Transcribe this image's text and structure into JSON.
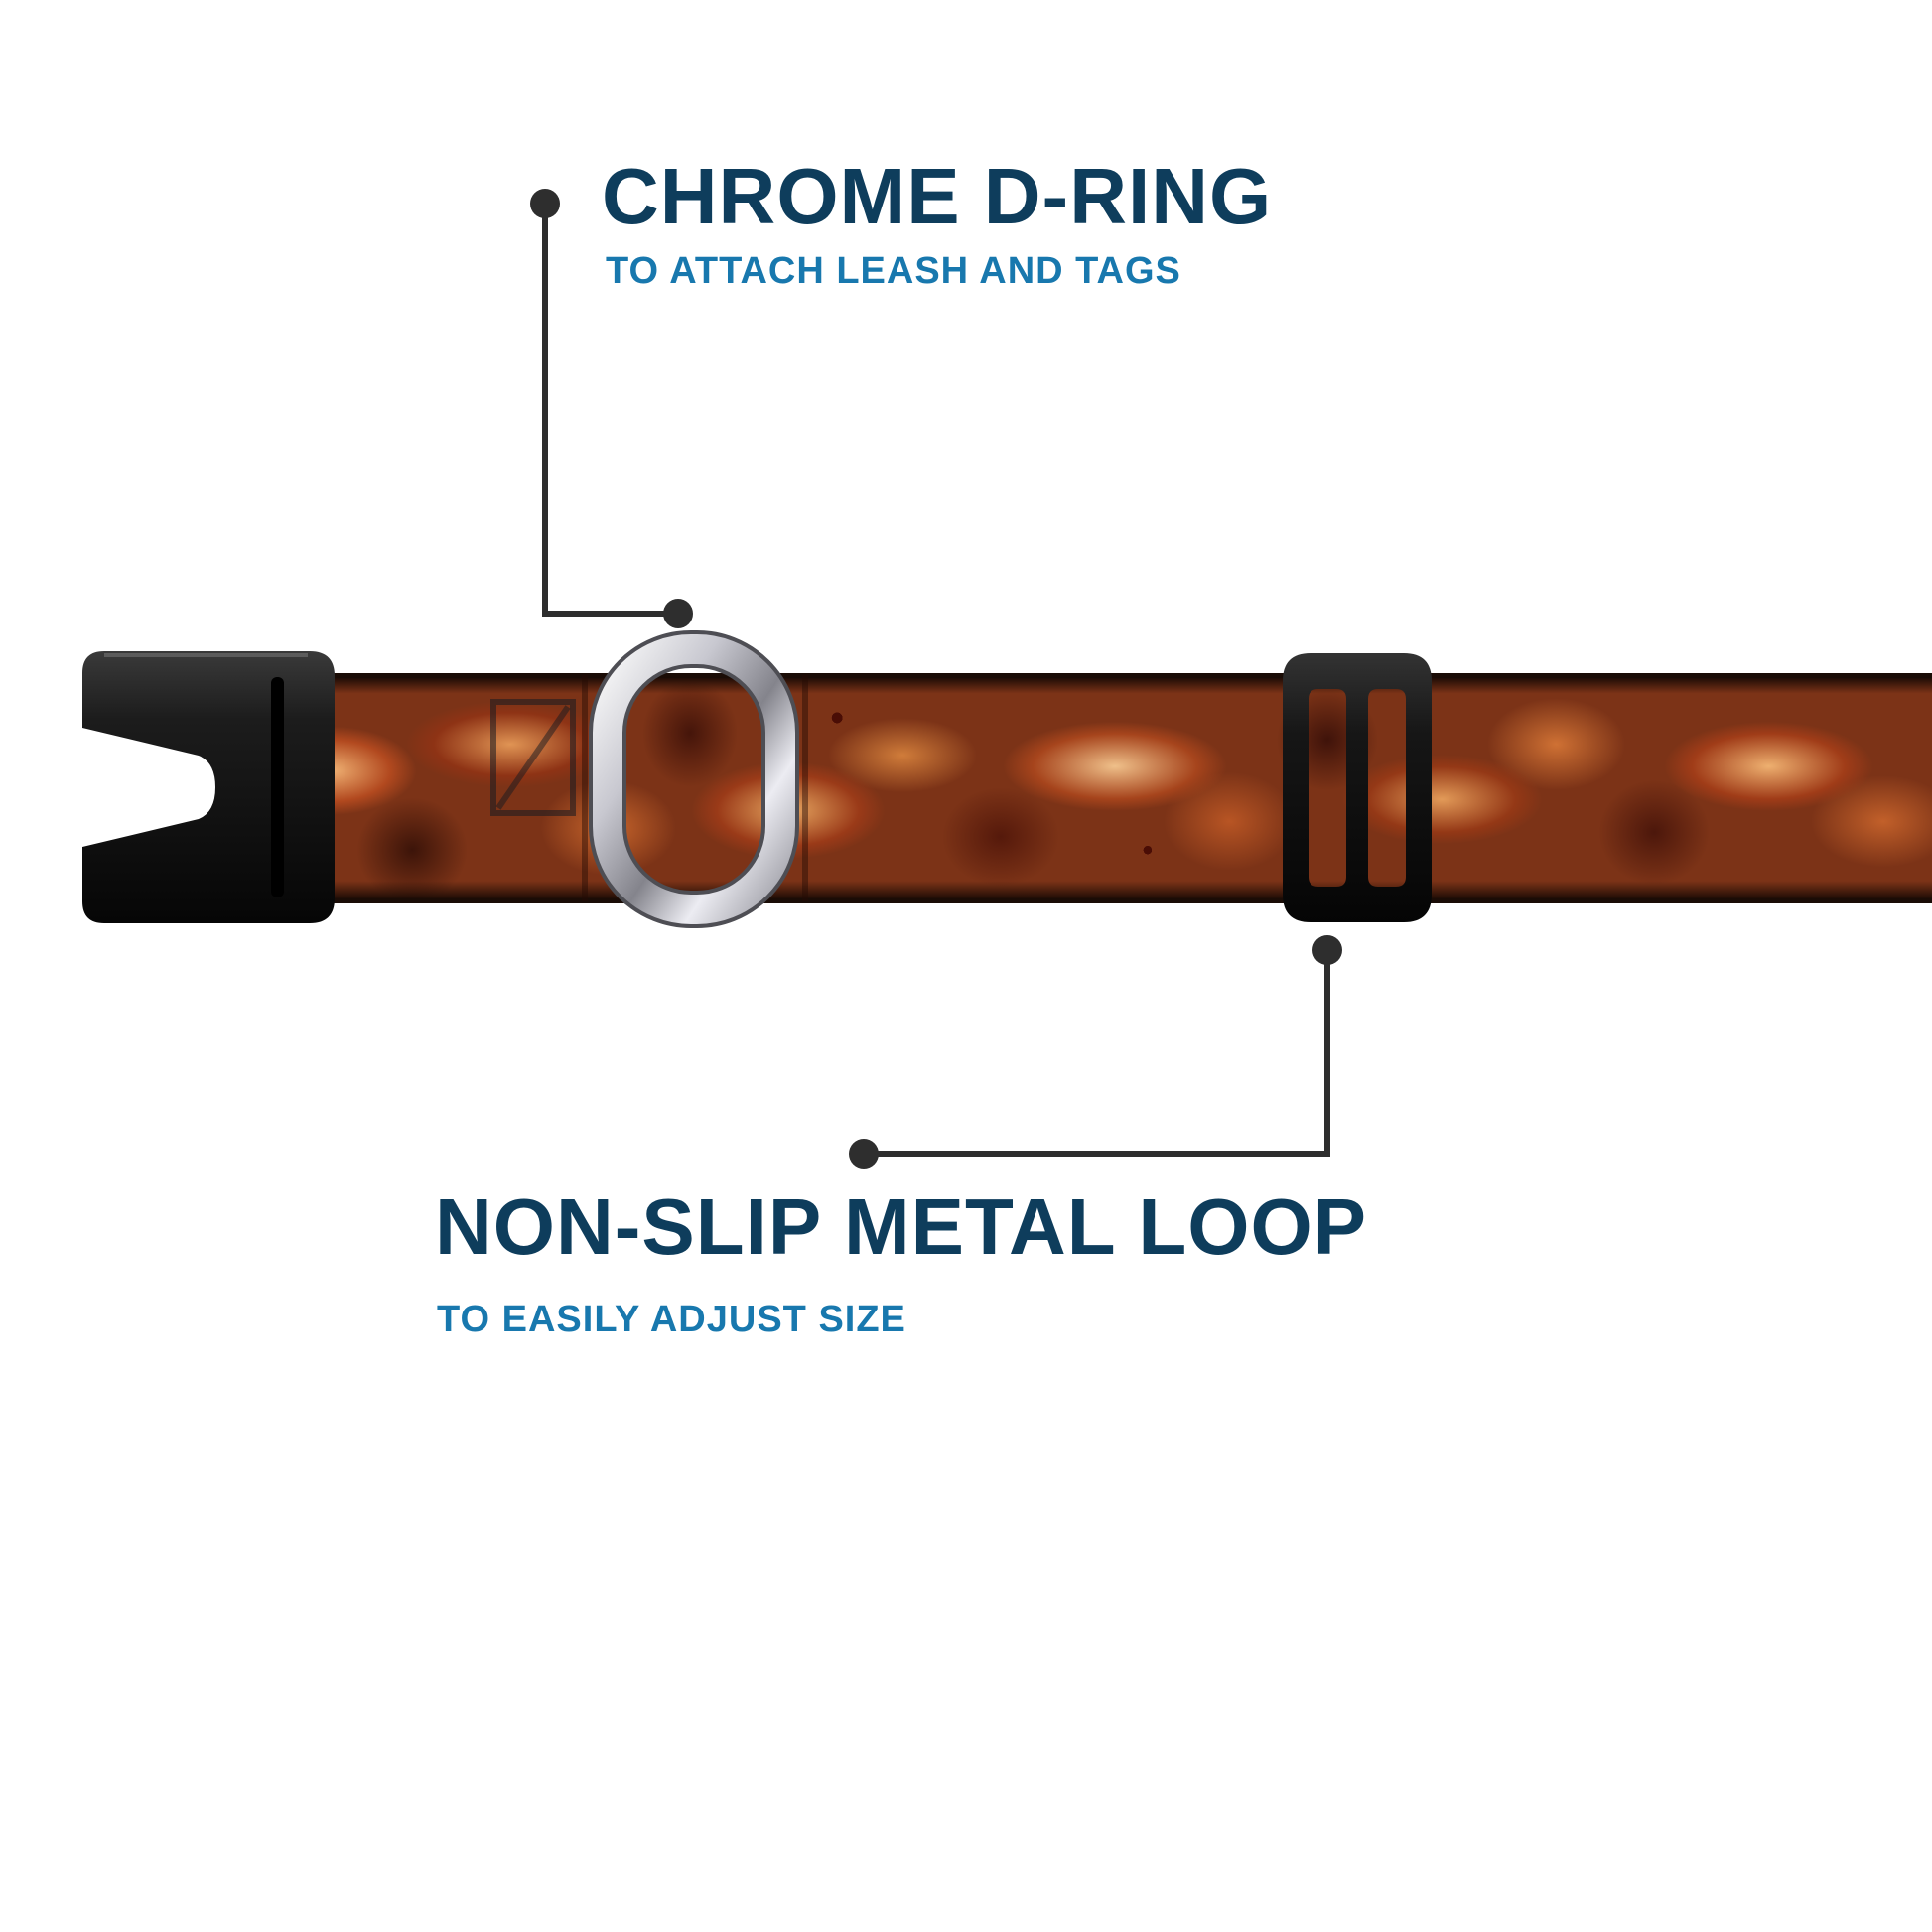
{
  "image_type": "annotated product photo of a dog collar",
  "callouts": [
    {
      "id": "chrome-d-ring",
      "title": "CHROME D-RING",
      "subtitle": "TO ATTACH LEASH AND TAGS"
    },
    {
      "id": "non-slip-metal-loop",
      "title": "NON-SLIP METAL LOOP",
      "subtitle": "TO EASILY ADJUST SIZE"
    }
  ],
  "colors": {
    "title_text": "#0e3d5c",
    "subtitle_text": "#1878ae",
    "callout_line": "#2e2e2e",
    "buckle_black": "#141414",
    "webbing_rust": "#7c3317",
    "chrome_highlight": "#fafafa",
    "chrome_shadow": "#888890",
    "background": "#ffffff"
  },
  "parts": [
    {
      "name": "side-release-buckle"
    },
    {
      "name": "patterned-webbing"
    },
    {
      "name": "chrome-d-ring"
    },
    {
      "name": "non-slip-metal-loop"
    }
  ]
}
